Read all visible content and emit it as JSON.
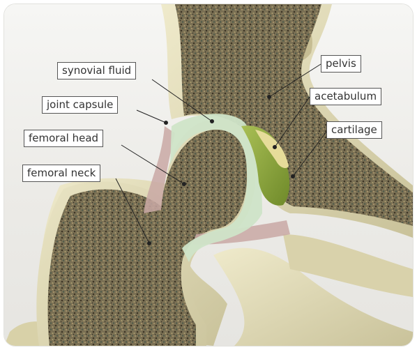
{
  "labels": {
    "synovial_fluid": "synovial fluid",
    "pelvis": "pelvis",
    "joint_capsule": "joint capsule",
    "acetabulum": "acetabulum",
    "femoral_head": "femoral head",
    "cartilage": "cartilage",
    "femoral_neck": "femoral neck"
  },
  "colors": {
    "cortical_bone": "#dcd6b0",
    "cancellous_bone": "#6b6248",
    "cartilage": "#8fa83c",
    "acetabular_labrum": "#e6dc9a",
    "synovial_fluid": "#cfe4c8",
    "joint_capsule": "#c9a8a4",
    "leader_line": "#222222"
  }
}
